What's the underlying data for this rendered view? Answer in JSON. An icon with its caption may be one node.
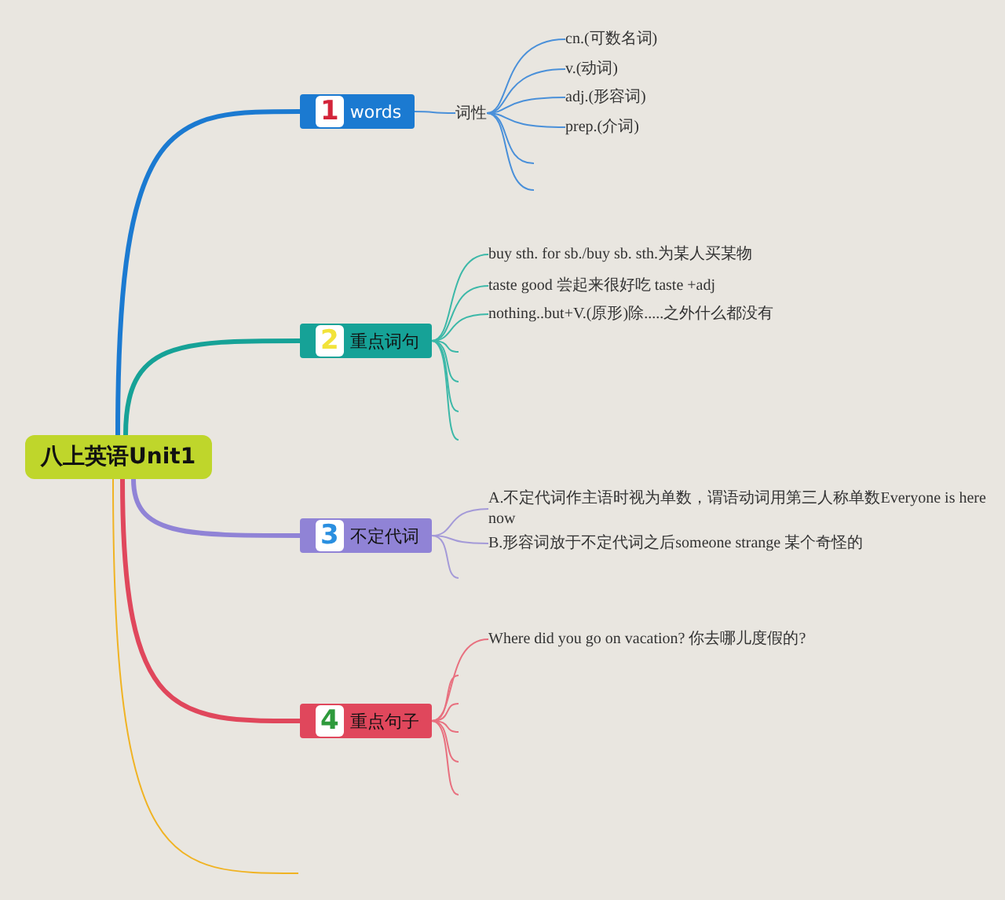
{
  "diagram": {
    "nodes": [
      {
        "text": [
          "八上英语Unit1"
        ]
      },
      {
        "text": [
          "1",
          "words"
        ]
      },
      {
        "text": [
          "词性"
        ]
      },
      {
        "text": [
          "cn.(可数名词)"
        ]
      },
      {
        "text": [
          "v.(动词)"
        ]
      },
      {
        "text": [
          "adj.(形容词)"
        ]
      },
      {
        "text": [
          "prep.(介词)"
        ]
      },
      {
        "text": [
          "2",
          "重点词句"
        ]
      },
      {
        "text": [
          "buy sth. for sb./buy sb. sth.为某人买某物"
        ]
      },
      {
        "text": [
          "taste good 尝起来很好吃 taste +adj"
        ]
      },
      {
        "text": [
          "nothing..but+V.(原形)除.....之外什么都没有"
        ]
      },
      {
        "text": [
          "3",
          "不定代词"
        ]
      },
      {
        "text": [
          "A.不定代词作主语时视为单数，谓语动词用第三人称单数Everyone is here now"
        ]
      },
      {
        "text": [
          "B.形容词放于不定代词之后someone strange 某个奇怪的"
        ]
      },
      {
        "text": [
          "4",
          "重点句子"
        ]
      },
      {
        "text": [
          "Where did you go on vacation? 你去哪儿度假的?"
        ]
      }
    ],
    "edges": [
      {
        "from": 0,
        "to": 1,
        "arrow": "none",
        "style": "thick",
        "color": "#1b7ad1"
      },
      {
        "from": 0,
        "to": 7,
        "arrow": "none",
        "style": "thick",
        "color": "#16a297"
      },
      {
        "from": 0,
        "to": 11,
        "arrow": "none",
        "style": "thick",
        "color": "#9083d6"
      },
      {
        "from": 0,
        "to": 14,
        "arrow": "none",
        "style": "thick",
        "color": "#e0475c"
      },
      {
        "from": 0,
        "to": null,
        "arrow": "none",
        "color": "#f0b323"
      },
      {
        "from": 1,
        "to": 2,
        "arrow": "none",
        "color": "#4a90d9"
      },
      {
        "from": 2,
        "to": 3,
        "arrow": "none",
        "color": "#4a90d9"
      },
      {
        "from": 2,
        "to": 4,
        "arrow": "none",
        "color": "#4a90d9"
      },
      {
        "from": 2,
        "to": 5,
        "arrow": "none",
        "color": "#4a90d9"
      },
      {
        "from": 2,
        "to": 6,
        "arrow": "none",
        "color": "#4a90d9"
      },
      {
        "from": 2,
        "to": null,
        "arrow": "none",
        "color": "#4a90d9"
      },
      {
        "from": 2,
        "to": null,
        "arrow": "none",
        "color": "#4a90d9"
      },
      {
        "from": 7,
        "to": 8,
        "arrow": "none",
        "color": "#3cb8a8"
      },
      {
        "from": 7,
        "to": 9,
        "arrow": "none",
        "color": "#3cb8a8"
      },
      {
        "from": 7,
        "to": 10,
        "arrow": "none",
        "color": "#3cb8a8"
      },
      {
        "from": 7,
        "to": null,
        "arrow": "none",
        "color": "#3cb8a8"
      },
      {
        "from": 7,
        "to": null,
        "arrow": "none",
        "color": "#3cb8a8"
      },
      {
        "from": 7,
        "to": null,
        "arrow": "none",
        "color": "#3cb8a8"
      },
      {
        "from": 7,
        "to": null,
        "arrow": "none",
        "color": "#3cb8a8"
      },
      {
        "from": 11,
        "to": 12,
        "arrow": "none",
        "color": "#a49ad8"
      },
      {
        "from": 11,
        "to": 13,
        "arrow": "none",
        "color": "#a49ad8"
      },
      {
        "from": 11,
        "to": null,
        "arrow": "none",
        "color": "#a49ad8"
      },
      {
        "from": 14,
        "to": 15,
        "arrow": "none",
        "color": "#e8707f"
      },
      {
        "from": 14,
        "to": null,
        "arrow": "none",
        "color": "#e8707f"
      },
      {
        "from": 14,
        "to": null,
        "arrow": "none",
        "color": "#e8707f"
      },
      {
        "from": 14,
        "to": null,
        "arrow": "none",
        "color": "#e8707f"
      },
      {
        "from": 14,
        "to": null,
        "arrow": "none",
        "color": "#e8707f"
      },
      {
        "from": 14,
        "to": null,
        "arrow": "none",
        "color": "#e8707f"
      }
    ]
  }
}
